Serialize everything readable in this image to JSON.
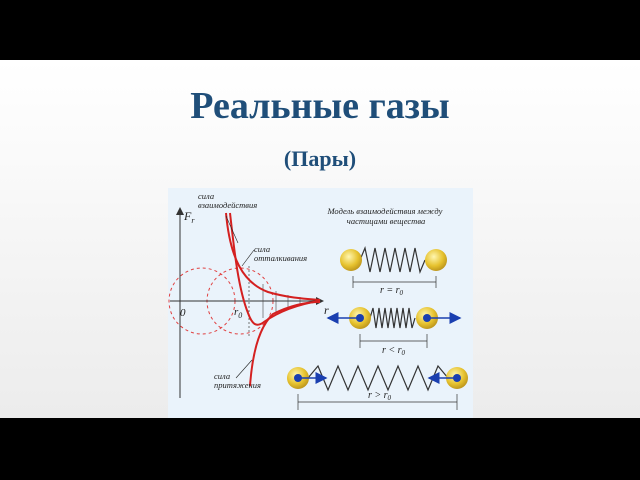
{
  "slide": {
    "title": "Реальные газы",
    "subtitle": "(Пары)"
  },
  "figure": {
    "axis_y_label": "F",
    "axis_y_subscript": "r",
    "axis_x_label": "r",
    "origin_label": "0",
    "r0_label": "r",
    "r0_subscript": "0",
    "label_interaction_1": "сила",
    "label_interaction_2": "взаимодействия",
    "label_repulsion_1": "сила",
    "label_repulsion_2": "отталкивания",
    "label_attraction_1": "сила",
    "label_attraction_2": "притяжения",
    "model_caption_1": "Модель взаимодействия между",
    "model_caption_2": "частицами вещества",
    "eq_label": "r = r",
    "eq_sub": "0",
    "lt_label": "r < r",
    "lt_sub": "0",
    "gt_label": "r > r",
    "gt_sub": "0"
  },
  "colors": {
    "title": "#1f4e79",
    "curve": "#d42020",
    "dashed_circle": "#e04040",
    "ball": "#e6c22e",
    "particle": "#1a3fb0",
    "arrow": "#1a3fb0",
    "figure_bg": "#eaf3fb"
  }
}
